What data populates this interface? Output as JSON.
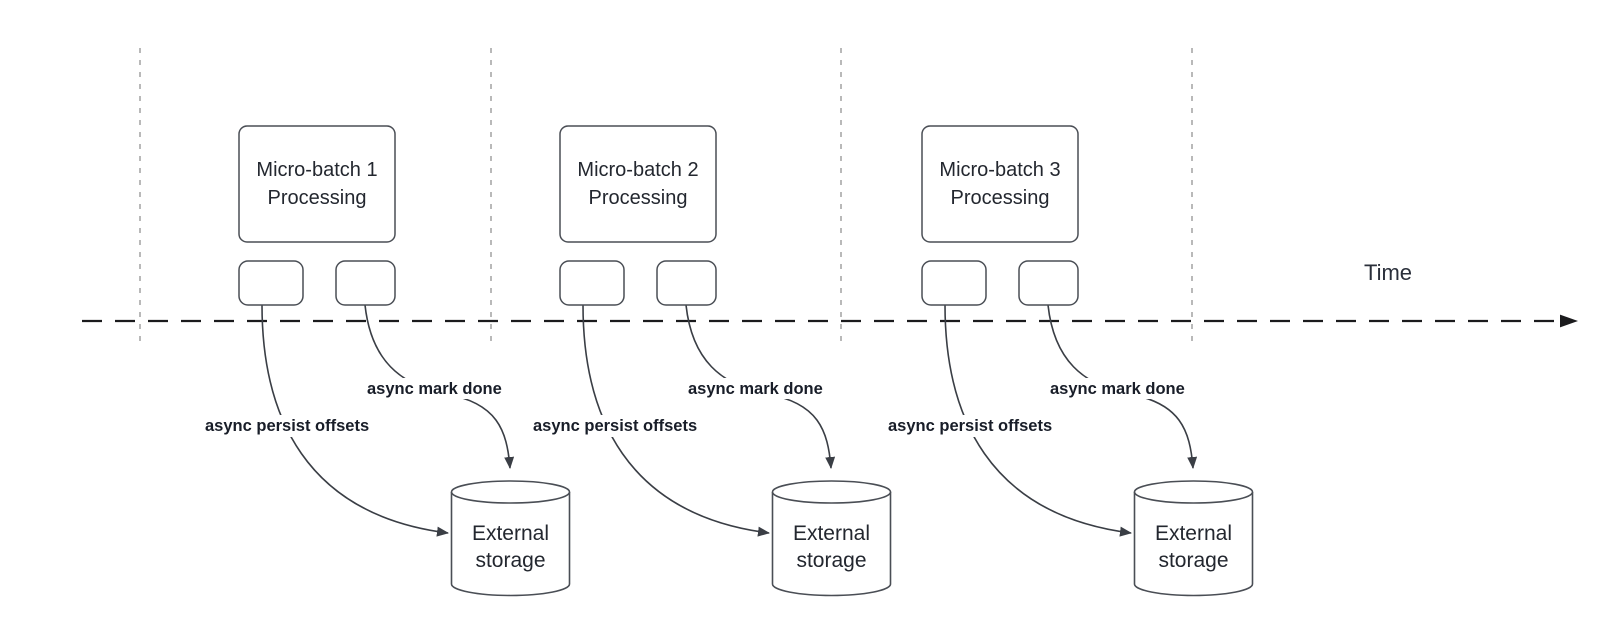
{
  "timeline": {
    "label": "Time"
  },
  "colors": {
    "background": "#ffffff",
    "axis": "#1b1b1d",
    "gridline": "#a2a2a2",
    "shape_border": "#4a4e55",
    "connector": "#3a3e45",
    "node_text": "#23272f",
    "edge_label_text": "#181d28"
  },
  "icons": {
    "arrowhead": "filled-triangle"
  },
  "groups": [
    {
      "box_line1": "Micro-batch 1",
      "box_line2": "Processing",
      "persist_label": "async persist offsets",
      "mark_label": "async mark done",
      "storage_line1": "External",
      "storage_line2": "storage"
    },
    {
      "box_line1": "Micro-batch 2",
      "box_line2": "Processing",
      "persist_label": "async persist offsets",
      "mark_label": "async mark done",
      "storage_line1": "External",
      "storage_line2": "storage"
    },
    {
      "box_line1": "Micro-batch 3",
      "box_line2": "Processing",
      "persist_label": "async persist offsets",
      "mark_label": "async mark done",
      "storage_line1": "External",
      "storage_line2": "storage"
    }
  ]
}
